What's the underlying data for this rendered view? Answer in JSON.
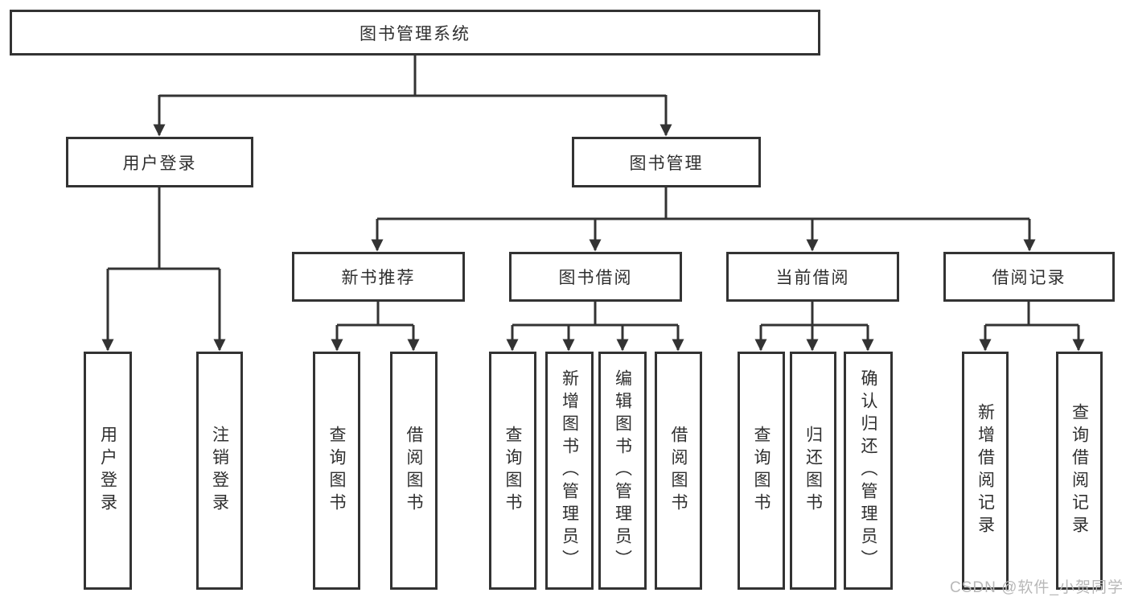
{
  "diagram_title": "图书管理系统",
  "tree": {
    "root": "图书管理系统",
    "branches": [
      {
        "label": "用户登录",
        "children": [
          "用户登录",
          "注销登录"
        ]
      },
      {
        "label": "图书管理",
        "children": [
          {
            "label": "新书推荐",
            "children": [
              "查询图书",
              "借阅图书"
            ]
          },
          {
            "label": "图书借阅",
            "children": [
              "查询图书",
              "新增图书（管理员）",
              "编辑图书（管理员）",
              "借阅图书"
            ]
          },
          {
            "label": "当前借阅",
            "children": [
              "查询图书",
              "归还图书",
              "确认归还（管理员）"
            ]
          },
          {
            "label": "借阅记录",
            "children": [
              "新增借阅记录",
              "查询借阅记录"
            ]
          }
        ]
      }
    ]
  },
  "watermark": "CSDN @软件_小贺同学",
  "colors": {
    "line": "#333333",
    "text": "#2f2f2f",
    "watermark": "#b8b8b8",
    "background": "#ffffff"
  }
}
